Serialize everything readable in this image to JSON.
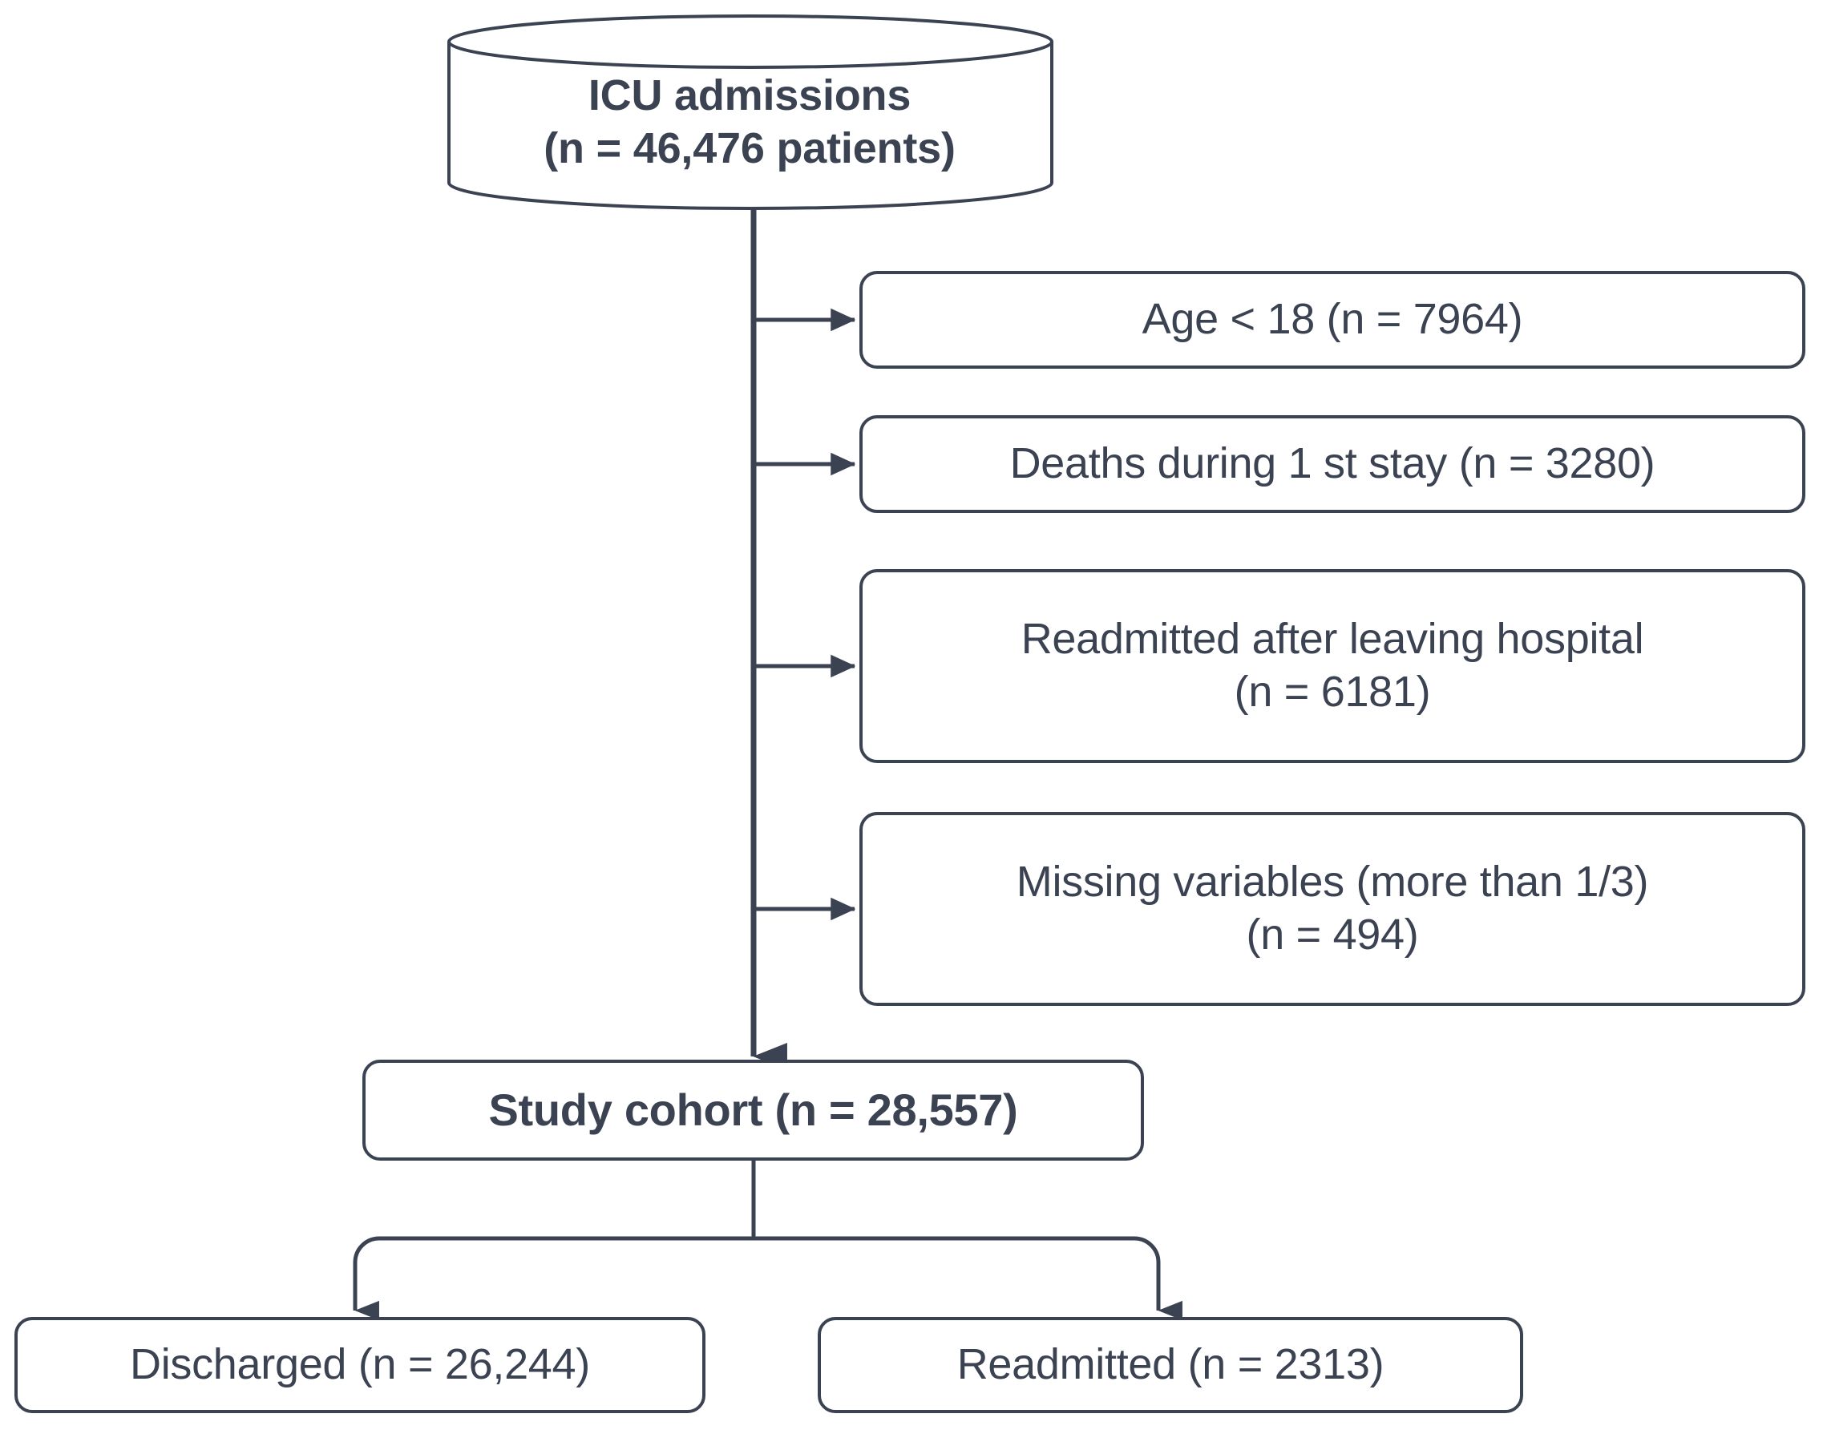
{
  "diagram": {
    "title": "ICU admissions study cohort flow diagram",
    "type": "flowchart",
    "colors": {
      "stroke": "#3b4252",
      "text": "#3b4252",
      "background": "#ffffff"
    },
    "source": {
      "shape": "cylinder",
      "label": "ICU admissions\n(n = 46,476 patients)",
      "line1": "ICU admissions",
      "line2": "(n = 46,476 patients)",
      "n": 46476,
      "unit": "patients",
      "bold": true
    },
    "exclusions": [
      {
        "id": "age-under-18",
        "label": "Age < 18 (n = 7964)",
        "reason": "Age < 18",
        "n": 7964
      },
      {
        "id": "deaths-first-stay",
        "label": "Deaths during 1 st stay (n = 3280)",
        "reason": "Deaths during 1 st stay",
        "n": 3280
      },
      {
        "id": "readmitted-after-leaving-hospital",
        "label": "Readmitted after leaving hospital\n(n = 6181)",
        "reason": "Readmitted after leaving hospital",
        "n": 6181
      },
      {
        "id": "missing-variables",
        "label": "Missing variables (more than 1/3)\n(n = 494)",
        "reason": "Missing variables (more than 1/3)",
        "n": 494
      }
    ],
    "cohort": {
      "id": "study-cohort",
      "label": "Study cohort (n = 28,557)",
      "name": "Study cohort",
      "n": 28557,
      "bold": true
    },
    "outcomes": [
      {
        "id": "discharged",
        "label": "Discharged (n = 26,244)",
        "name": "Discharged",
        "n": 26244
      },
      {
        "id": "readmitted",
        "label": "Readmitted (n = 2313)",
        "name": "Readmitted",
        "n": 2313
      }
    ]
  }
}
